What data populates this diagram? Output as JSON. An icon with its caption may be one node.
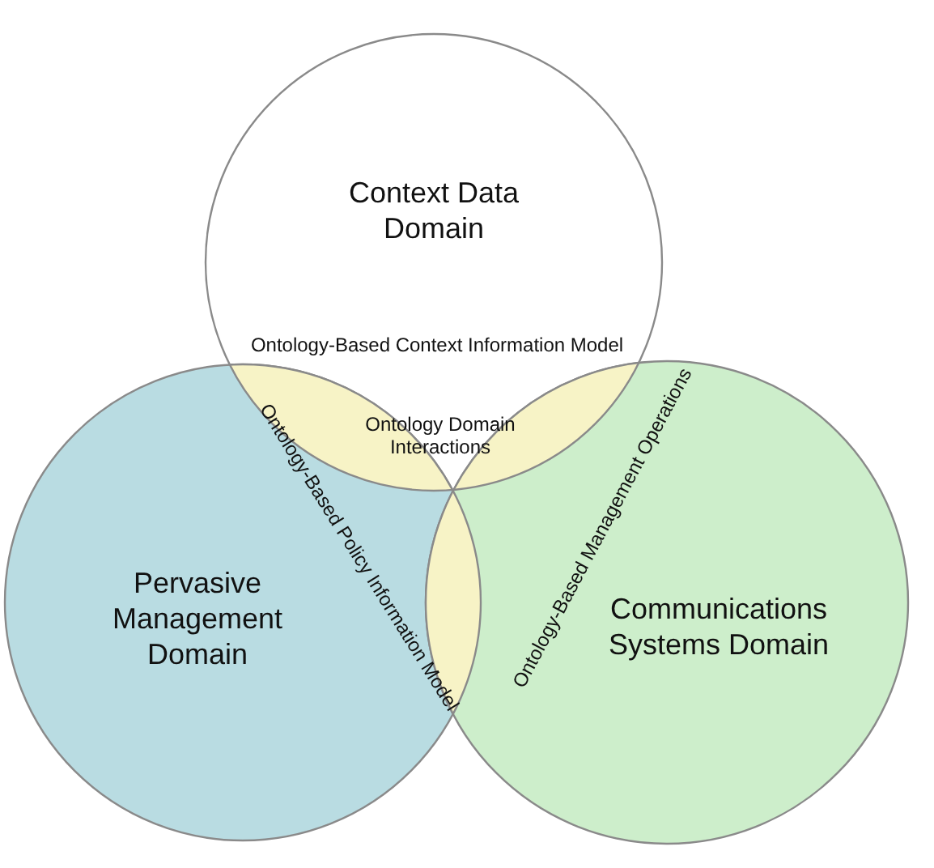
{
  "diagram": {
    "nodes": [
      {
        "text": [
          "Context Data Domain"
        ]
      },
      {
        "text": [
          "Pervasive Management Domain"
        ]
      },
      {
        "text": [
          "Communications Systems Domain"
        ]
      }
    ],
    "labels": [
      "Ontology-Based Context Information Model",
      "Ontology-Based Policy Information Model",
      "Ontology-Based Management Operations",
      "Ontology Domain Interactions"
    ]
  }
}
